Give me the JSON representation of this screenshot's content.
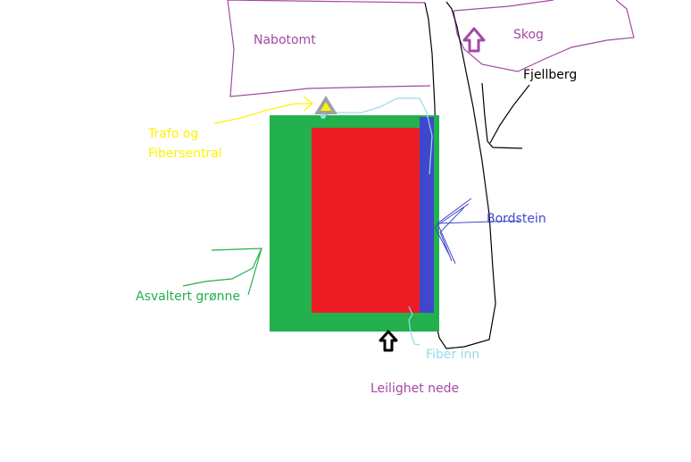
{
  "labels": {
    "nabotomt": "Nabotomt",
    "skog": "Skog",
    "fjellberg": "Fjellberg",
    "trafo_line1": "Trafo og",
    "trafo_line2": "Fibersentral",
    "bordstein": "Bordstein",
    "asvaltert": "Asvaltert grønne",
    "fiber_inn": "Fiber inn",
    "leilighet": "Leilighet nede"
  },
  "colors": {
    "green_area": "#22b14c",
    "building": "#ed1c24",
    "curb": "#3f48cc",
    "purple_text": "#a349a4",
    "yellow_text": "#fff200",
    "fiber_line": "#99d9ea",
    "black_line": "#000000",
    "blue_text": "#3f48cc",
    "green_text": "#22b14c",
    "gray_marker": "#a0a0a0"
  },
  "icons": {
    "skog_arrow": "up-arrow-icon",
    "entrance_arrow": "up-arrow-icon",
    "trafo_marker": "triangle-marker-icon"
  }
}
